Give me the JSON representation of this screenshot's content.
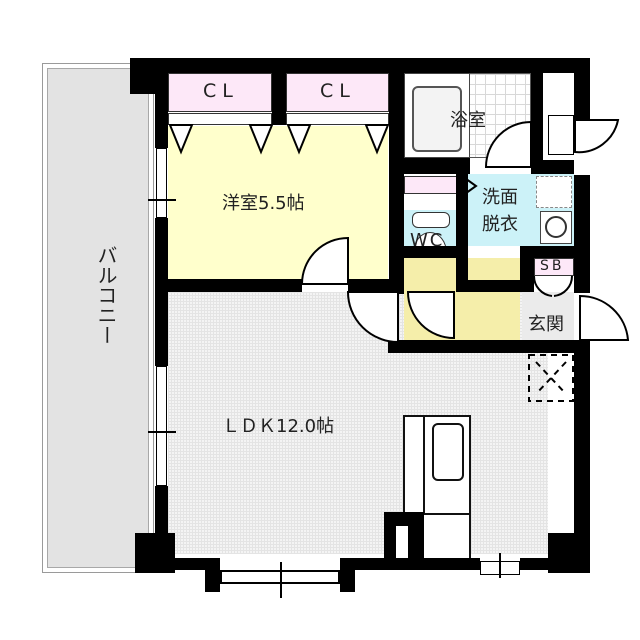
{
  "floorplan": {
    "colors": {
      "wall": "#000000",
      "western_room": "#ffffcc",
      "closet": "#fde8f8",
      "wet_area": "#ccf2f8",
      "hallway": "#f5eeaa",
      "entrance": "#ebebeb",
      "balcony": "#e3e3e3",
      "ldk_floor": "#f4f4f4"
    },
    "rooms": {
      "balcony": {
        "label": "バルコニー"
      },
      "western_room": {
        "label": "洋室5.5帖"
      },
      "closet_1": {
        "label": "CL"
      },
      "closet_2": {
        "label": "CL"
      },
      "bathroom": {
        "label": "浴室"
      },
      "washroom": {
        "label_line1": "洗面",
        "label_line2": "脱衣"
      },
      "toilet": {
        "label": "WC"
      },
      "shoe_box": {
        "label": "SB"
      },
      "entrance": {
        "label": "玄関"
      },
      "ldk": {
        "label": "ＬＤＫ12.0帖"
      }
    }
  }
}
